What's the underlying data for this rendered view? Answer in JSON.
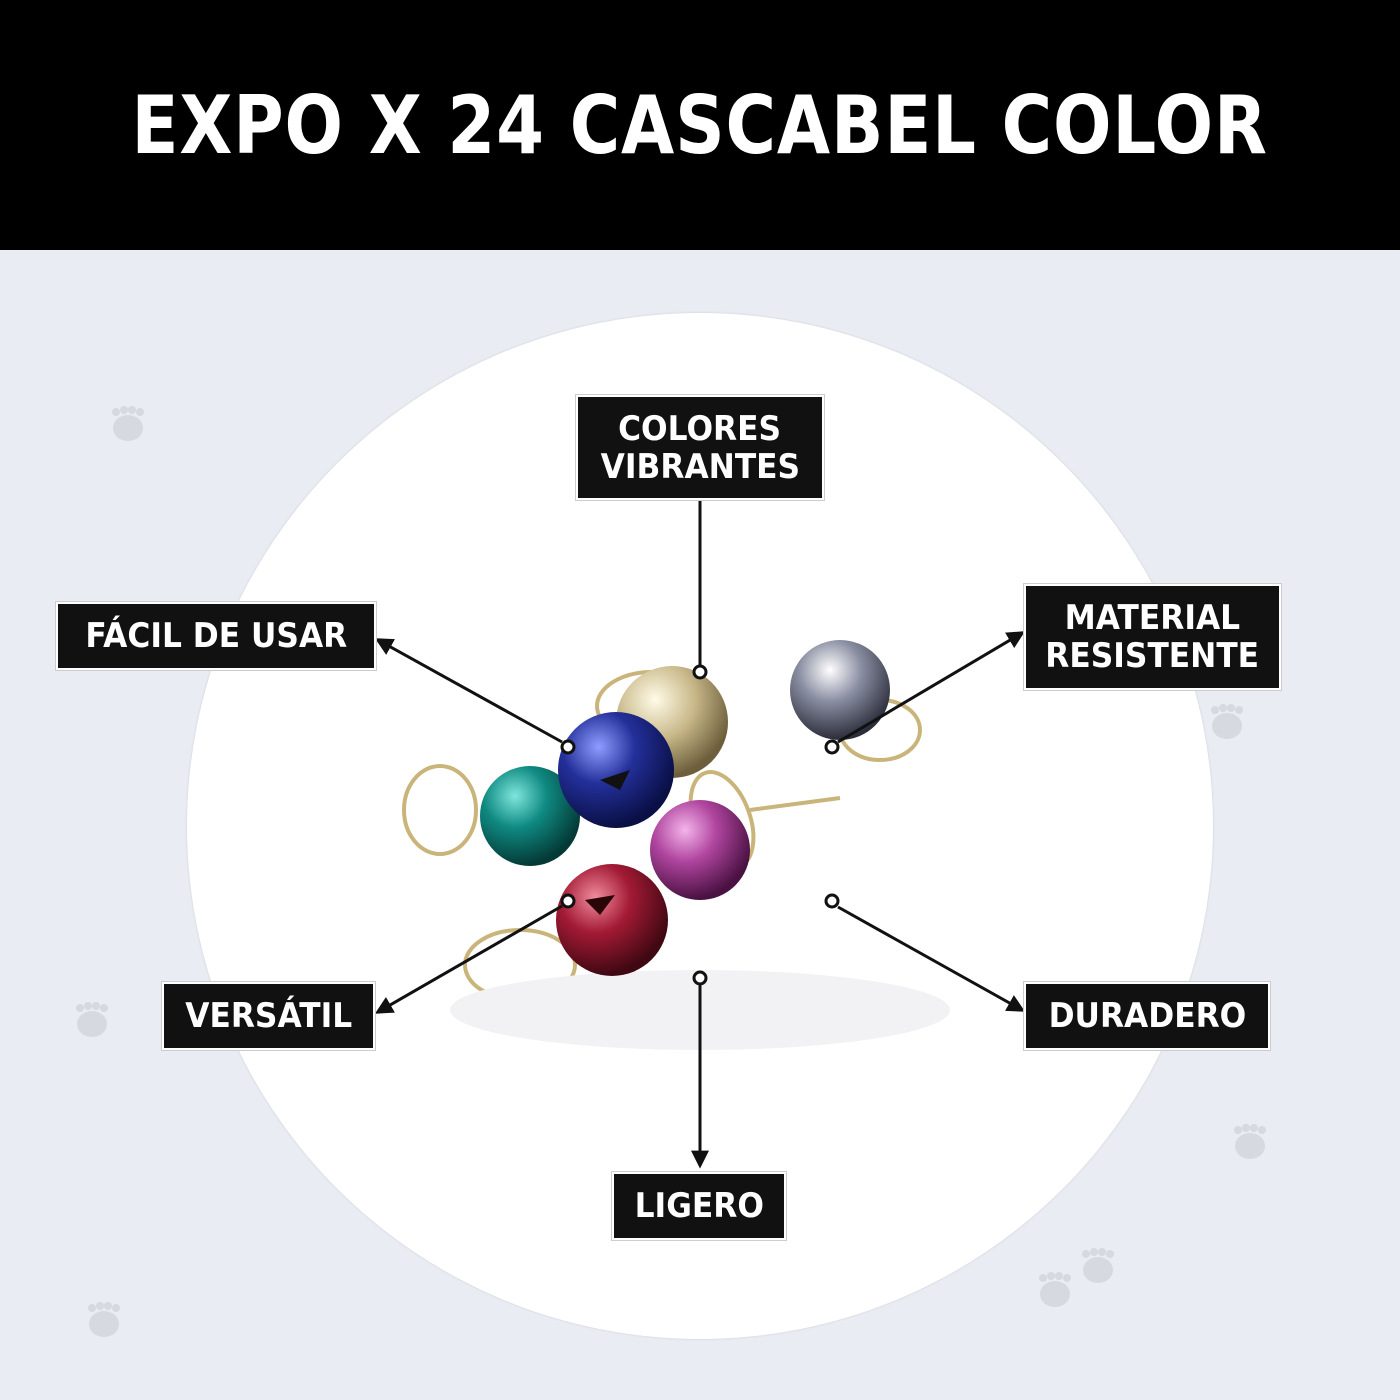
{
  "header": {
    "title": "EXPO X 24 CASCABEL COLOR"
  },
  "colors": {
    "header_bg": "#000000",
    "page_bg": "#e9ecf2",
    "circle_bg": "#ffffff",
    "label_bg": "#111111",
    "paw": "#d6d9df"
  },
  "product": {
    "image_description": "Cluster of colored jingle bells with gold split rings",
    "bells": [
      {
        "color_name": "gold",
        "hex": "#c9b98a"
      },
      {
        "color_name": "blue",
        "hex": "#23309a"
      },
      {
        "color_name": "teal",
        "hex": "#0f8a82"
      },
      {
        "color_name": "magenta",
        "hex": "#b0459f"
      },
      {
        "color_name": "red",
        "hex": "#a31a35"
      },
      {
        "color_name": "silver",
        "hex": "#7f8294"
      }
    ]
  },
  "callouts": [
    {
      "id": "colores",
      "lines": [
        "COLORES",
        "VIBRANTES"
      ]
    },
    {
      "id": "facil",
      "lines": [
        "FÁCIL DE USAR"
      ]
    },
    {
      "id": "material",
      "lines": [
        "MATERIAL",
        "RESISTENTE"
      ]
    },
    {
      "id": "versatil",
      "lines": [
        "VERSÁTIL"
      ]
    },
    {
      "id": "duradero",
      "lines": [
        "DURADERO"
      ]
    },
    {
      "id": "ligero",
      "lines": [
        "LIGERO"
      ]
    }
  ],
  "background_icons": {
    "icon": "paw-print-icon",
    "count": 7
  }
}
